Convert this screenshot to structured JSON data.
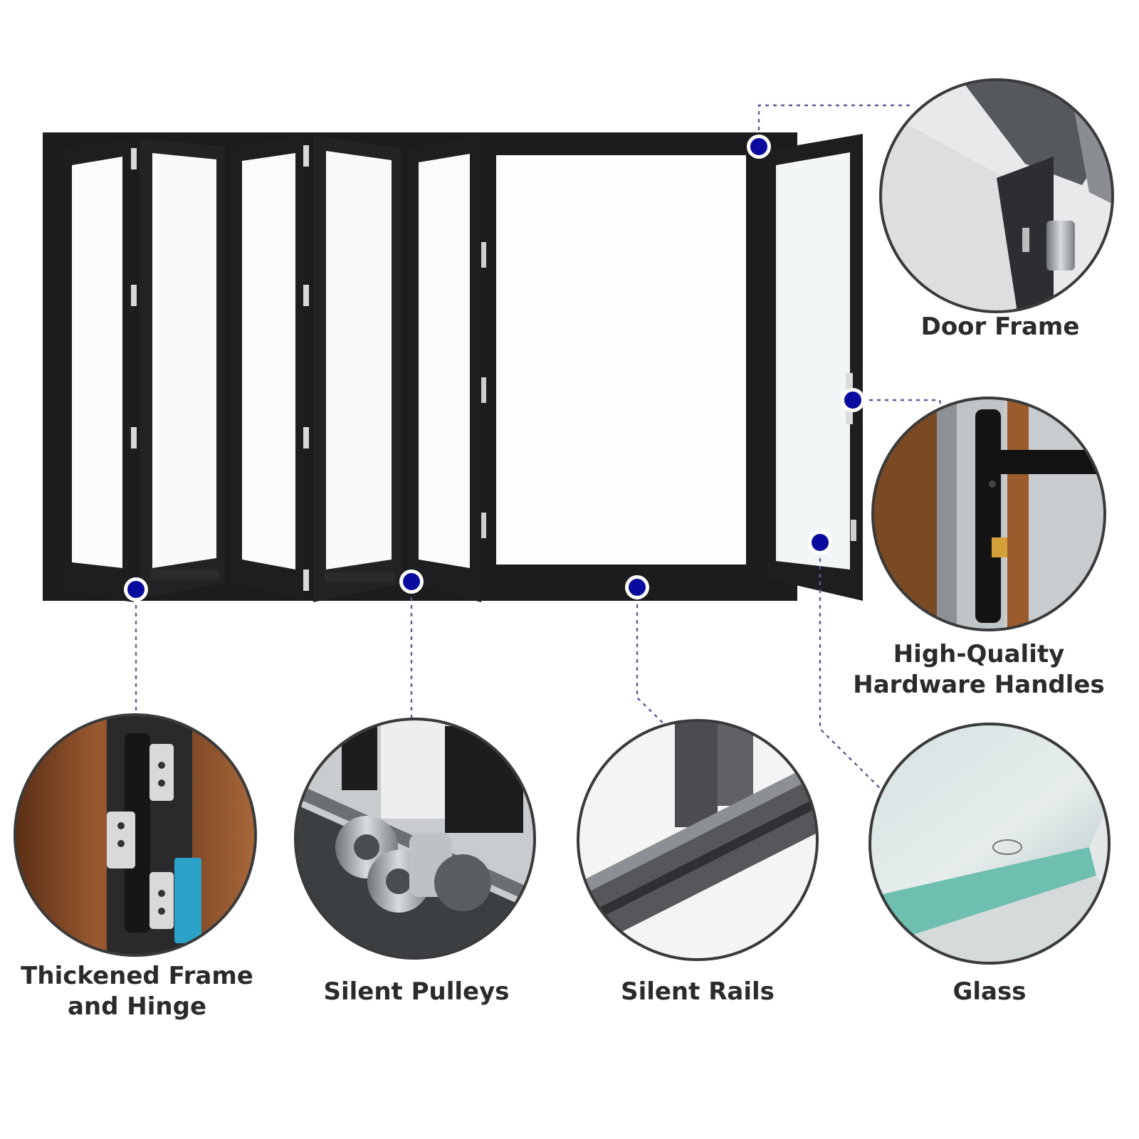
{
  "diagram": {
    "callouts": [
      {
        "id": "door-frame",
        "lines": [
          "Door Frame"
        ]
      },
      {
        "id": "hardware-handles",
        "lines": [
          "High-Quality",
          "Hardware Handles"
        ]
      },
      {
        "id": "frame-hinge",
        "lines": [
          "Thickened Frame",
          "and Hinge"
        ]
      },
      {
        "id": "pulleys",
        "lines": [
          "Silent Pulleys"
        ]
      },
      {
        "id": "rails",
        "lines": [
          "Silent Rails"
        ]
      },
      {
        "id": "glass",
        "lines": [
          "Glass"
        ]
      }
    ]
  },
  "colors": {
    "marker": "#0a0a9e",
    "frame": "#1c1c1e",
    "glass": "#fbfbfb",
    "leader": "#5a5a9a",
    "circle_border": "#3a3a3a"
  }
}
